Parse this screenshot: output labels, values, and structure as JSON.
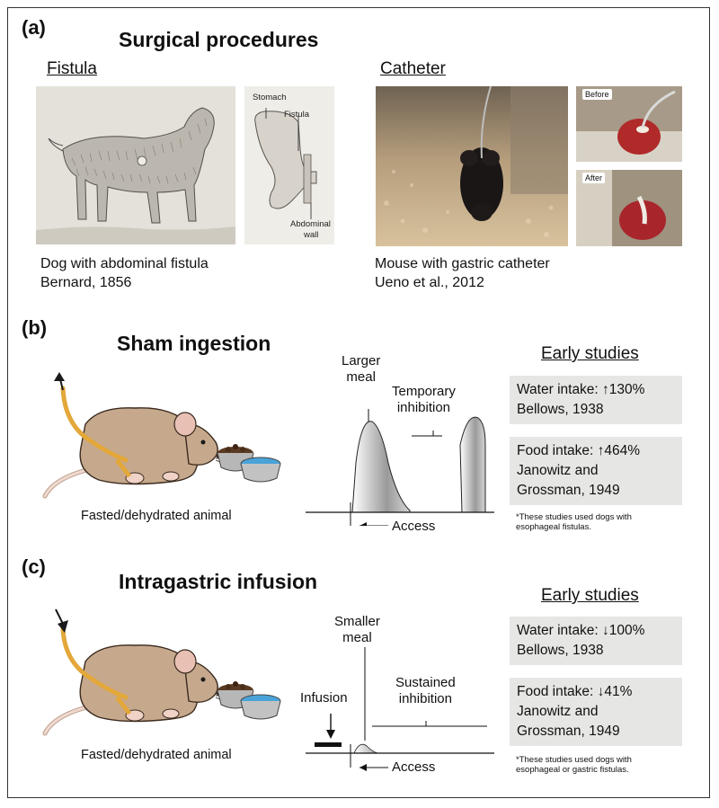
{
  "panel_a": {
    "label": "(a)",
    "title": "Surgical procedures",
    "fistula": {
      "heading": "Fistula",
      "stomach_label": "Stomach",
      "fistula_label": "Fistula",
      "abdominal_label_1": "Abdominal",
      "abdominal_label_2": "wall",
      "caption_line1": "Dog with abdominal fistula",
      "caption_line2": "Bernard, 1856"
    },
    "catheter": {
      "heading": "Catheter",
      "before_label": "Before",
      "after_label": "After",
      "caption_line1": "Mouse with gastric catheter",
      "caption_line2": "Ueno et al., 2012"
    }
  },
  "panel_b": {
    "label": "(b)",
    "title": "Sham ingestion",
    "animal_caption": "Fasted/dehydrated animal",
    "graph": {
      "peak_label_1": "Larger",
      "peak_label_2": "meal",
      "inhibition_label_1": "Temporary",
      "inhibition_label_2": "inhibition",
      "access_label": "Access"
    },
    "early_studies": {
      "heading": "Early studies",
      "box1_line1": "Water intake: ↑130%",
      "box1_line2": "Bellows, 1938",
      "box2_line1": "Food intake: ↑464%",
      "box2_line2": "Janowitz and",
      "box2_line3": "Grossman, 1949",
      "footnote_1": "*These studies used dogs with",
      "footnote_2": " esophageal fistulas."
    }
  },
  "panel_c": {
    "label": "(c)",
    "title": "Intragastric infusion",
    "animal_caption": "Fasted/dehydrated animal",
    "graph": {
      "peak_label_1": "Smaller",
      "peak_label_2": "meal",
      "inhibition_label_1": "Sustained",
      "inhibition_label_2": "inhibition",
      "infusion_label": "Infusion",
      "access_label": "Access"
    },
    "early_studies": {
      "heading": "Early studies",
      "box1_line1": "Water intake: ↓100%",
      "box1_line2": "Bellows, 1938",
      "box2_line1": "Food intake: ↓41%",
      "box2_line2": "Janowitz and",
      "box2_line3": "Grossman, 1949",
      "footnote_1": "*These studies used dogs with",
      "footnote_2": " esophageal or gastric fistulas."
    }
  },
  "colors": {
    "mouse_body": "#c6a98d",
    "mouse_outline": "#3a2a1e",
    "tube": "#e3a73a",
    "box_bg": "#e6e6e4",
    "water": "#4aa3d8"
  }
}
